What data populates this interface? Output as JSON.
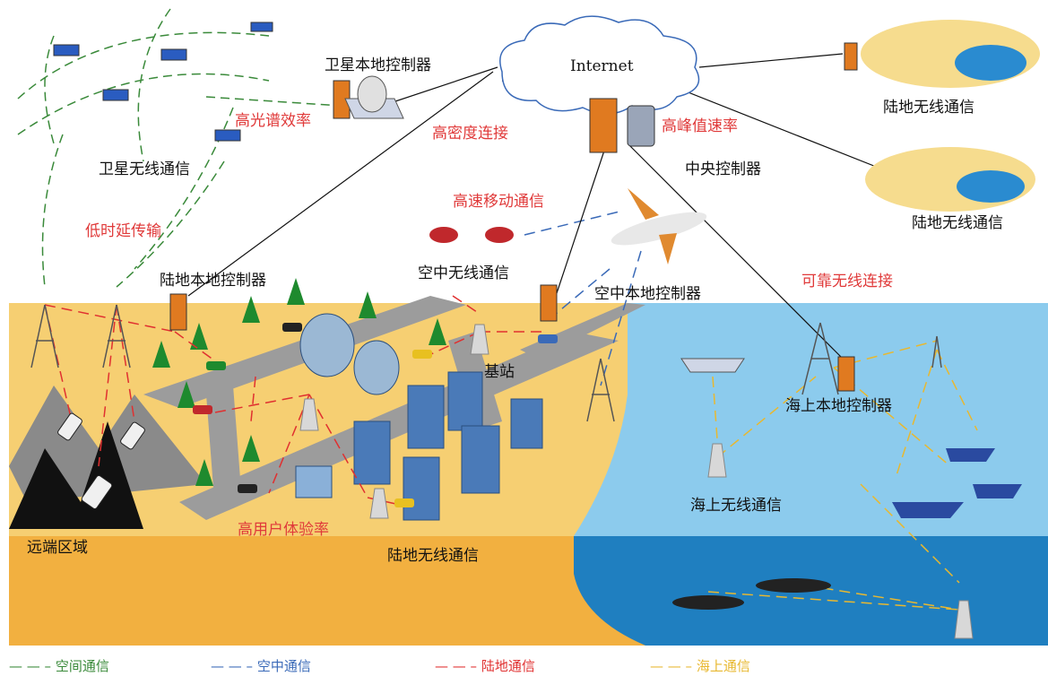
{
  "labels": {
    "internet": "Internet",
    "satellite_local_controller": "卫星本地控制器",
    "high_spectral_efficiency": "高光谱效率",
    "high_density_connection": "高密度连接",
    "high_peak_rate": "高峰值速率",
    "central_controller": "中央控制器",
    "satellite_wireless": "卫星无线通信",
    "low_latency": "低时延传输",
    "high_speed_mobile": "高速移动通信",
    "land_local_controller": "陆地本地控制器",
    "air_wireless": "空中无线通信",
    "air_local_controller": "空中本地控制器",
    "reliable_wireless": "可靠无线连接",
    "land_wireless_top1": "陆地无线通信",
    "land_wireless_top2": "陆地无线通信",
    "base_station": "基站",
    "sea_local_controller": "海上本地控制器",
    "sea_wireless": "海上无线通信",
    "remote_area": "远端区域",
    "high_user_experience": "高用户体验率",
    "land_wireless_bottom": "陆地无线通信"
  },
  "legend": {
    "space": "空间通信",
    "air": "空中通信",
    "land": "陆地通信",
    "sea": "海上通信"
  },
  "colors": {
    "space": "#3a8a3a",
    "air": "#3a6ab8",
    "land": "#e03030",
    "sea": "#e8b830",
    "land_bg": "#f6cf72",
    "sea_bg": "#7fc4e8",
    "road": "#9a9a9a"
  }
}
